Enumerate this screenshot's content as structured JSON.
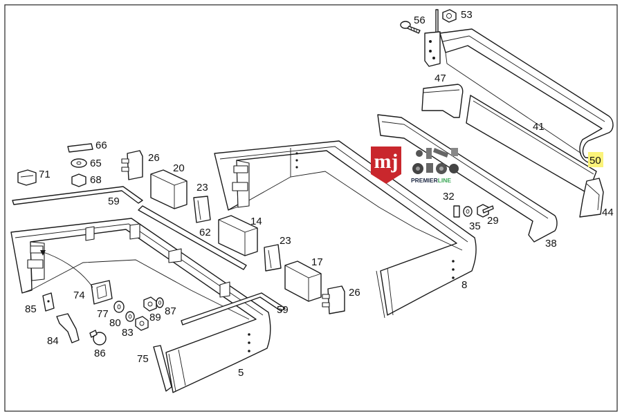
{
  "callouts": {
    "c5": "5",
    "c8": "8",
    "c14": "14",
    "c17": "17",
    "c20": "20",
    "c23a": "23",
    "c23b": "23",
    "c26a": "26",
    "c26b": "26",
    "c29": "29",
    "c32": "32",
    "c35": "35",
    "c38": "38",
    "c41": "41",
    "c44": "44",
    "c47": "47",
    "c50": "50",
    "c53": "53",
    "c56": "56",
    "c59a": "59",
    "c59b": "59",
    "c62": "62",
    "c65": "65",
    "c66": "66",
    "c68": "68",
    "c71": "71",
    "c74": "74",
    "c75": "75",
    "c77": "77",
    "c80": "80",
    "c83": "83",
    "c84": "84",
    "c85": "85",
    "c86": "86",
    "c87": "87",
    "c89": "89"
  },
  "highlighted_callout": "50",
  "colors": {
    "highlight": "#fbf37a",
    "logo_red": "#c9272d",
    "brand_dark": "#1f2a44",
    "brand_green": "#3aa655"
  },
  "logo": {
    "letters": "mj",
    "brand_prefix": "PREMIER",
    "brand_suffix": "LINE",
    "icon": "auto-parts-collage-icon"
  }
}
